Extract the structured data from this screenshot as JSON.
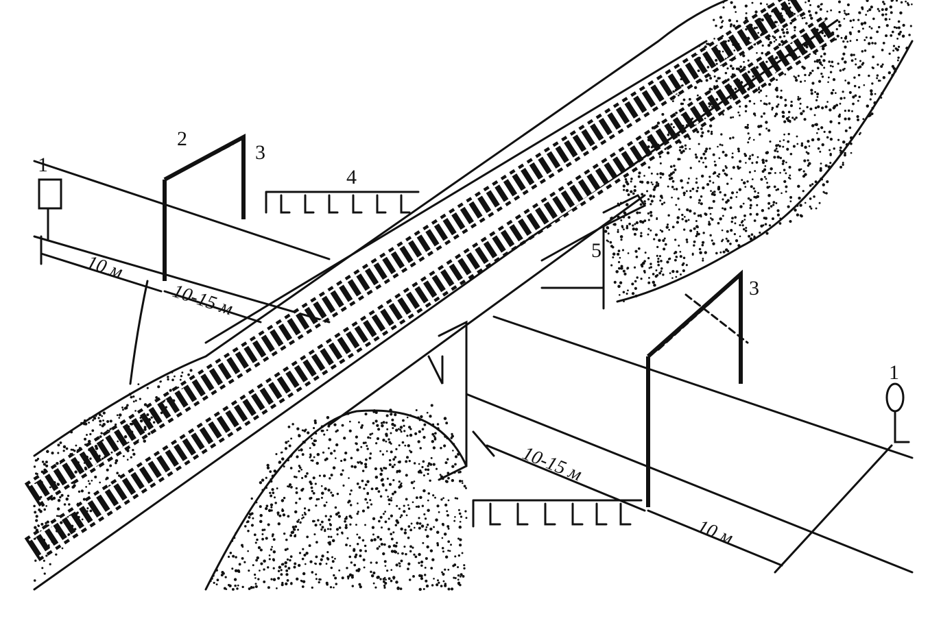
{
  "figure": {
    "labels": {
      "sign_left": "1",
      "gate_top": "2",
      "post_left": "3",
      "barrier_top": "4",
      "abutment": "5",
      "post_right": "3",
      "sign_right": "1"
    },
    "dimensions": {
      "left_outer": "10 м",
      "left_inner": "10-15 м",
      "right_inner": "10-15 м",
      "right_outer": "10 м"
    },
    "colors": {
      "ink": "#111111",
      "paper": "#ffffff"
    }
  }
}
